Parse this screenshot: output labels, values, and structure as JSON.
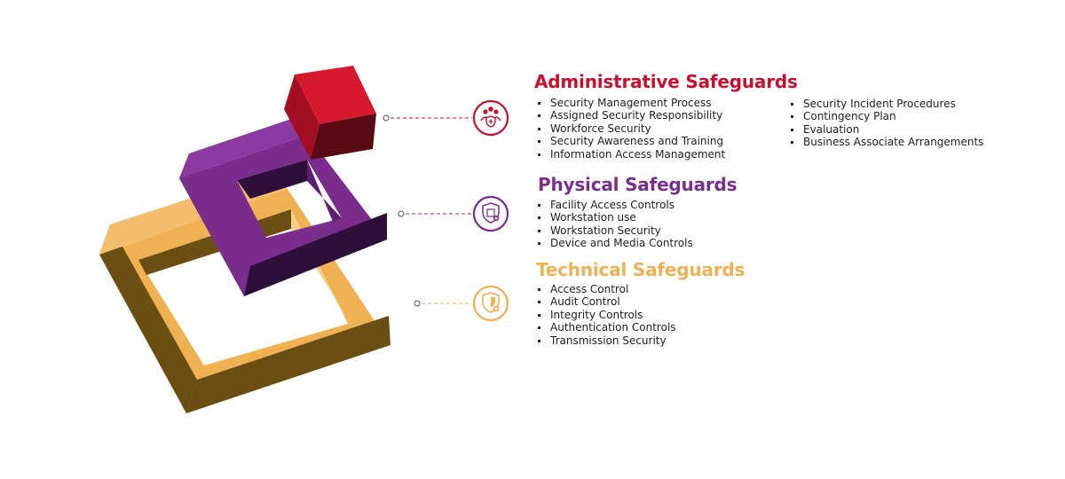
{
  "colors": {
    "administrative": "#c8102e",
    "physical": "#7b2d8e",
    "technical": "#f0b153",
    "gold_shadow": "#6b4f12",
    "purple_dark": "#2d0f3a",
    "red_dark": "#5a0a12"
  },
  "sections": {
    "administrative": {
      "title": "Administrative Safeguards",
      "icon": "team-shield-icon",
      "items_left": [
        "Security Management Process",
        "Assigned Security Responsibility",
        "Workforce Security",
        "Security Awareness and Training",
        "Information Access Management"
      ],
      "items_right": [
        "Security Incident Procedures",
        "Contingency Plan",
        "Evaluation",
        "Business Associate Arrangements"
      ]
    },
    "physical": {
      "title": "Physical Safeguards",
      "icon": "building-shield-icon",
      "items": [
        "Facility Access Controls",
        "Workstation use",
        "Workstation Security",
        "Device and Media Controls"
      ]
    },
    "technical": {
      "title": "Technical Safeguards",
      "icon": "shield-plus-icon",
      "items": [
        "Access Control",
        "Audit Control",
        "Integrity Controls",
        "Authentication Controls",
        "Transmission Security"
      ]
    }
  }
}
